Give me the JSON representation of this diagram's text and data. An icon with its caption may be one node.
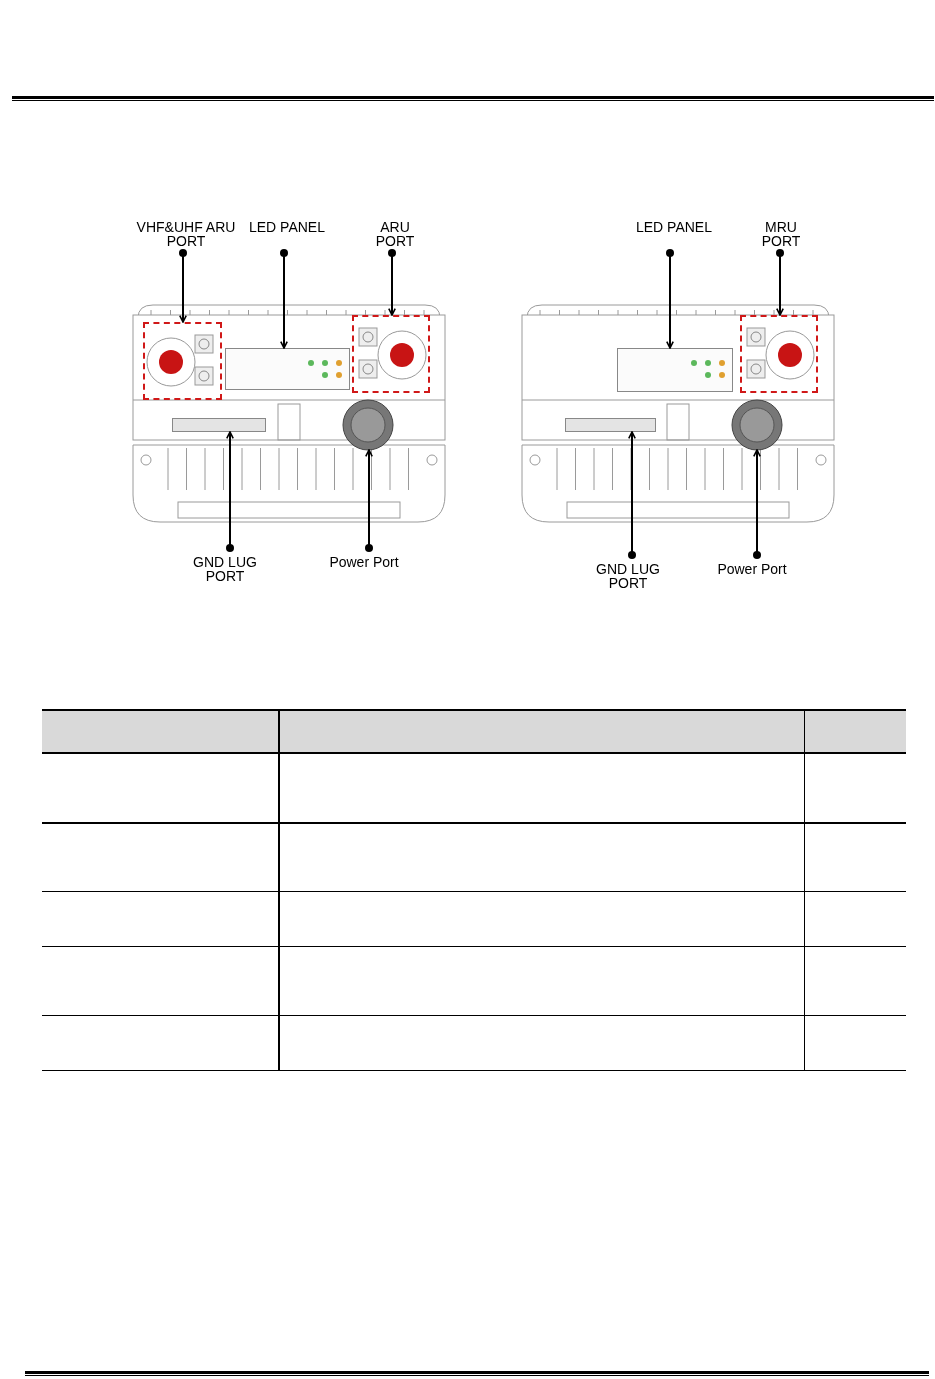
{
  "diagram": {
    "nodes": [
      {
        "text": [
          "VHF&UHF ARU PORT"
        ]
      },
      {
        "text": [
          "LED PANEL"
        ]
      },
      {
        "text": [
          "ARU PORT"
        ]
      },
      {
        "text": [
          "GND LUG PORT"
        ]
      },
      {
        "text": [
          "Power Port"
        ]
      },
      {
        "text": [
          "LED PANEL"
        ]
      },
      {
        "text": [
          "MRU PORT"
        ]
      },
      {
        "text": [
          "GND LUG PORT"
        ]
      },
      {
        "text": [
          "Power Port"
        ]
      },
      {
        "text": [],
        "shape": "box"
      },
      {
        "text": [],
        "shape": "box"
      },
      {
        "text": [],
        "shape": "box"
      },
      {
        "text": [],
        "shape": "bar"
      },
      {
        "text": [],
        "shape": "circle"
      },
      {
        "text": [],
        "shape": "box"
      },
      {
        "text": [],
        "shape": "box"
      },
      {
        "text": [],
        "shape": "bar"
      },
      {
        "text": [],
        "shape": "circle"
      }
    ],
    "edges": [
      {
        "from": 0,
        "to": 9,
        "arrow": "to"
      },
      {
        "from": 1,
        "to": 10,
        "arrow": "to"
      },
      {
        "from": 2,
        "to": 11,
        "arrow": "to"
      },
      {
        "from": 3,
        "to": 12,
        "arrow": "to"
      },
      {
        "from": 4,
        "to": 13,
        "arrow": "to"
      },
      {
        "from": 5,
        "to": 14,
        "arrow": "to"
      },
      {
        "from": 6,
        "to": 15,
        "arrow": "to"
      },
      {
        "from": 7,
        "to": 16,
        "arrow": "to"
      },
      {
        "from": 8,
        "to": 17,
        "arrow": "to"
      }
    ]
  }
}
